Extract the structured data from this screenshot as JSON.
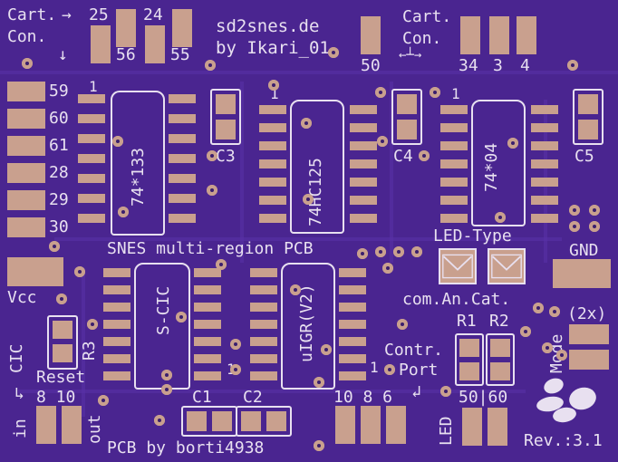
{
  "board": {
    "title_line1": "sd2snes.de",
    "title_line2": "by Ikari_01",
    "subtitle": "SNES multi-region PCB",
    "credit": "PCB by borti4938",
    "revision": "Rev.:3.1"
  },
  "cart_connector_left": {
    "label_line1": "Cart.",
    "label_line2": "Con.",
    "pins_top": [
      "25",
      "24"
    ],
    "pins_bottom": [
      "56",
      "55"
    ],
    "side_pins": [
      "59",
      "60",
      "61",
      "28",
      "29",
      "30"
    ]
  },
  "cart_connector_right": {
    "label_line1": "Cart.",
    "label_line2": "Con.",
    "pins": [
      "50",
      "34",
      "3",
      "4"
    ]
  },
  "ics": {
    "u1": {
      "name": "74*133",
      "pin1": "1"
    },
    "u2": {
      "name": "74HC125",
      "pin1": "1"
    },
    "u3": {
      "name": "74*04",
      "pin1": "1"
    },
    "u4": {
      "name": "S-CIC",
      "pin1": "1"
    },
    "u5": {
      "name": "uIGR(V2)",
      "pin1": "1"
    }
  },
  "caps": [
    "C3",
    "C4",
    "C5",
    "C1",
    "C2"
  ],
  "resistors": [
    "R1",
    "R2",
    "R3"
  ],
  "labels": {
    "vcc": "Vcc",
    "gnd": "GND",
    "led_type": "LED-Type",
    "com_an_cat": "com.An.Cat.",
    "cic": "CIC",
    "reset": "Reset",
    "in": "in",
    "out": "out",
    "cic_pins": "8 10",
    "contr_line1": "Contr.",
    "contr_line2": "Port",
    "contr_pins": "10 8 6",
    "led": "LED",
    "led_values": "50|60",
    "mode": "Mode",
    "mode_count": "(2x)"
  }
}
